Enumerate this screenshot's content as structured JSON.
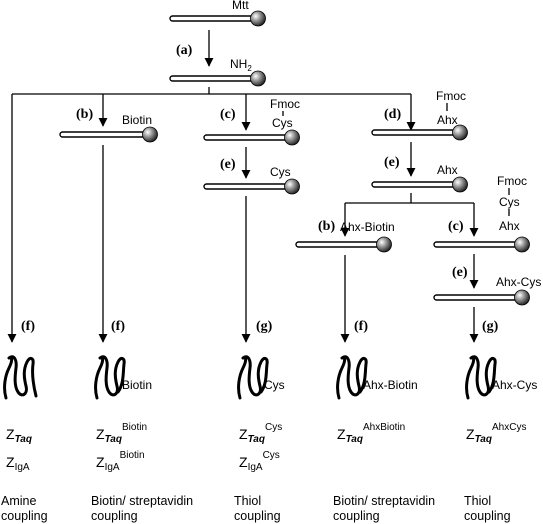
{
  "labels": {
    "mtt": "Mtt",
    "nh2_main": "NH",
    "nh2_sub": "2",
    "biotin": "Biotin",
    "fmoc": "Fmoc",
    "cys": "Cys",
    "ahx": "Ahx",
    "ahx_biotin": "Ahx-Biotin",
    "ahx_cys": "Ahx-Cys"
  },
  "steps": {
    "a": "(a)",
    "b": "(b)",
    "c": "(c)",
    "d": "(d)",
    "e": "(e)",
    "f": "(f)",
    "g": "(g)"
  },
  "products": {
    "col1": {
      "tag": "",
      "z1_base": "Z",
      "z1_sub": "Taq",
      "z1_sup": "",
      "z2_base": "Z",
      "z2_sub": "IgA",
      "z2_sup": "",
      "coupling1": "Amine",
      "coupling2": "coupling"
    },
    "col2": {
      "tag": "Biotin",
      "z1_base": "Z",
      "z1_sub": "Taq",
      "z1_sup": "Biotin",
      "z2_base": "Z",
      "z2_sub": "IgA",
      "z2_sup": "Biotin",
      "coupling1": "Biotin/ streptavidin",
      "coupling2": "coupling"
    },
    "col3": {
      "tag": "Cys",
      "z1_base": "Z",
      "z1_sub": "Taq",
      "z1_sup": "Cys",
      "z2_base": "Z",
      "z2_sub": "IgA",
      "z2_sup": "Cys",
      "coupling1": "Thiol",
      "coupling2": "coupling"
    },
    "col4": {
      "tag": "Ahx-Biotin",
      "z1_base": "Z",
      "z1_sub": "Taq",
      "z1_sup": "AhxBiotin",
      "coupling1": "Biotin/ streptavidin",
      "coupling2": "coupling"
    },
    "col5": {
      "tag": "Ahx-Cys",
      "z1_base": "Z",
      "z1_sub": "Taq",
      "z1_sup": "AhxCys",
      "coupling1": "Thiol",
      "coupling2": "coupling"
    }
  }
}
